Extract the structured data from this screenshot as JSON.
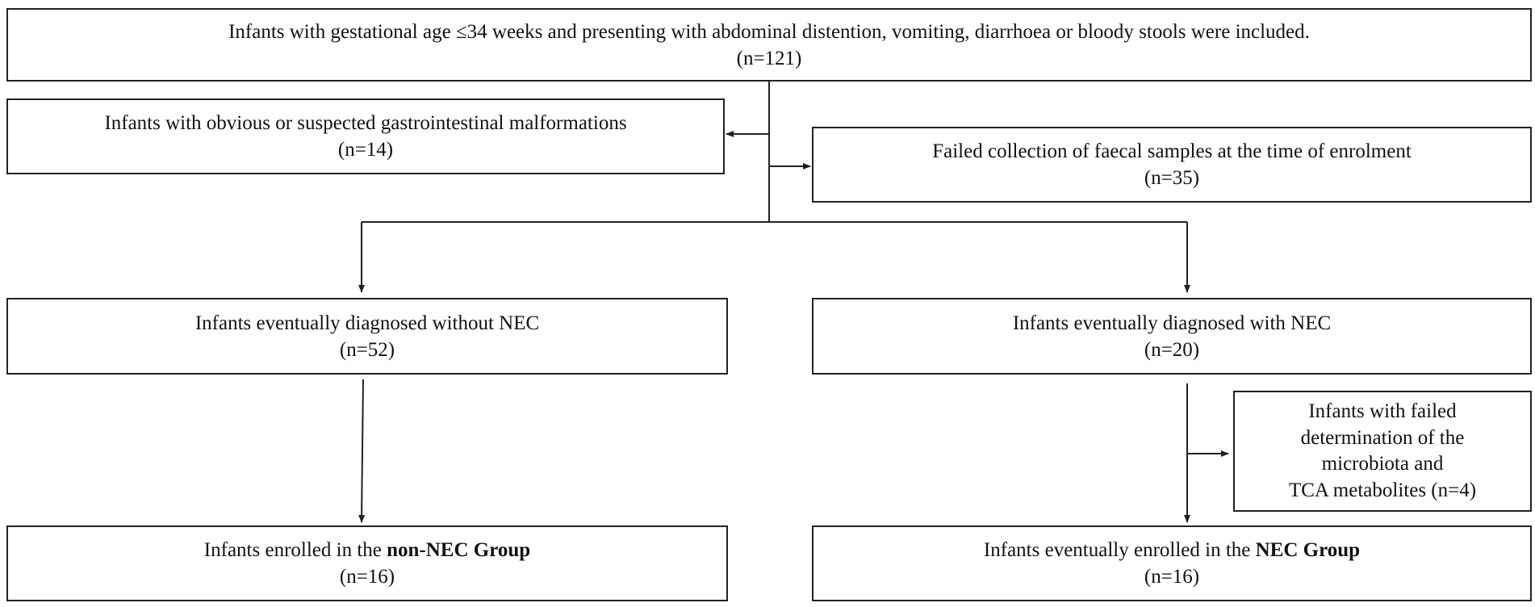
{
  "boxes": {
    "included": {
      "line1": "Infants with gestational age ≤34 weeks and presenting with abdominal distention, vomiting, diarrhoea or bloody stools were included.",
      "count": "(n=121)"
    },
    "malformations": {
      "line1": "Infants with obvious or suspected gastrointestinal malformations",
      "count": "(n=14)"
    },
    "failed_collection": {
      "line1": "Failed collection of faecal samples at the time of enrolment",
      "count": "(n=35)"
    },
    "without_nec": {
      "line1": "Infants eventually diagnosed without NEC",
      "count": "(n=52)"
    },
    "with_nec": {
      "line1": "Infants eventually diagnosed with NEC",
      "count": "(n=20)"
    },
    "failed_determination": {
      "line1": "Infants with failed",
      "line2": "determination of the",
      "line3": "microbiota and",
      "line4": "TCA metabolites (n=4)"
    },
    "non_nec_group": {
      "prefix": "Infants enrolled in the ",
      "group": "non-NEC Group",
      "count": "(n=16)"
    },
    "nec_group": {
      "prefix": "Infants eventually enrolled in the ",
      "group": "NEC Group",
      "count": "(n=16)"
    }
  },
  "colors": {
    "line": "#222222",
    "box_border": "#222222"
  }
}
